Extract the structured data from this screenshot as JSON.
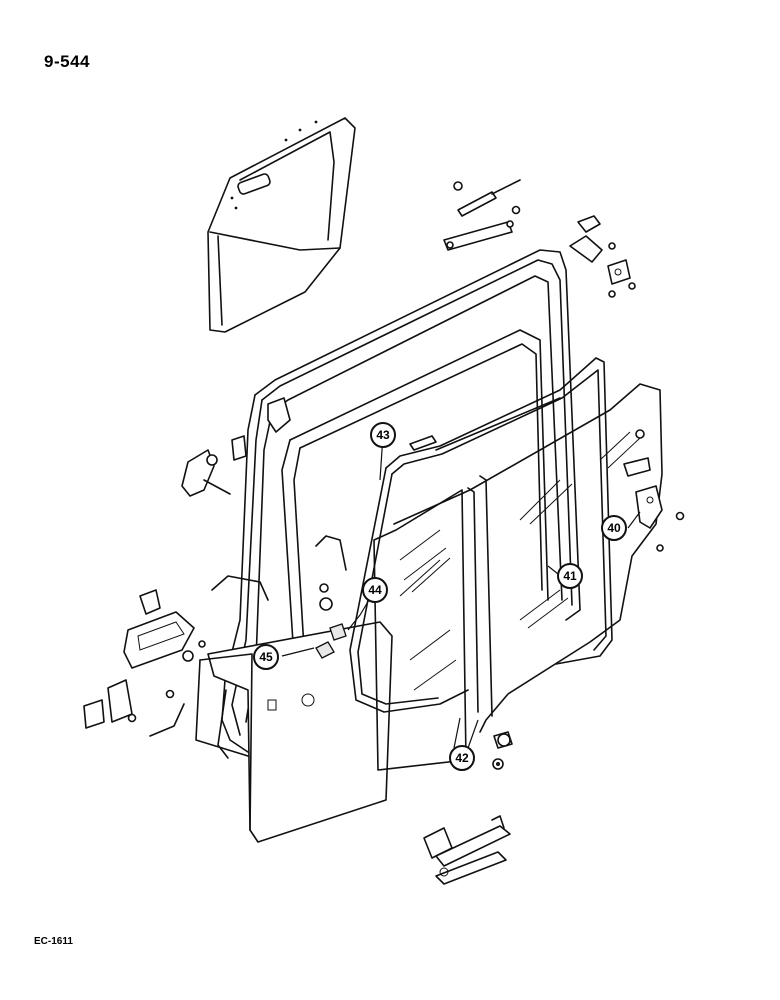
{
  "page_number": "9-544",
  "footer_code": "EC-1611",
  "callouts": [
    {
      "id": "c40",
      "label": "40"
    },
    {
      "id": "c41",
      "label": "41"
    },
    {
      "id": "c42",
      "label": "42"
    },
    {
      "id": "c43",
      "label": "43"
    },
    {
      "id": "c44",
      "label": "44"
    },
    {
      "id": "c45",
      "label": "45"
    }
  ]
}
